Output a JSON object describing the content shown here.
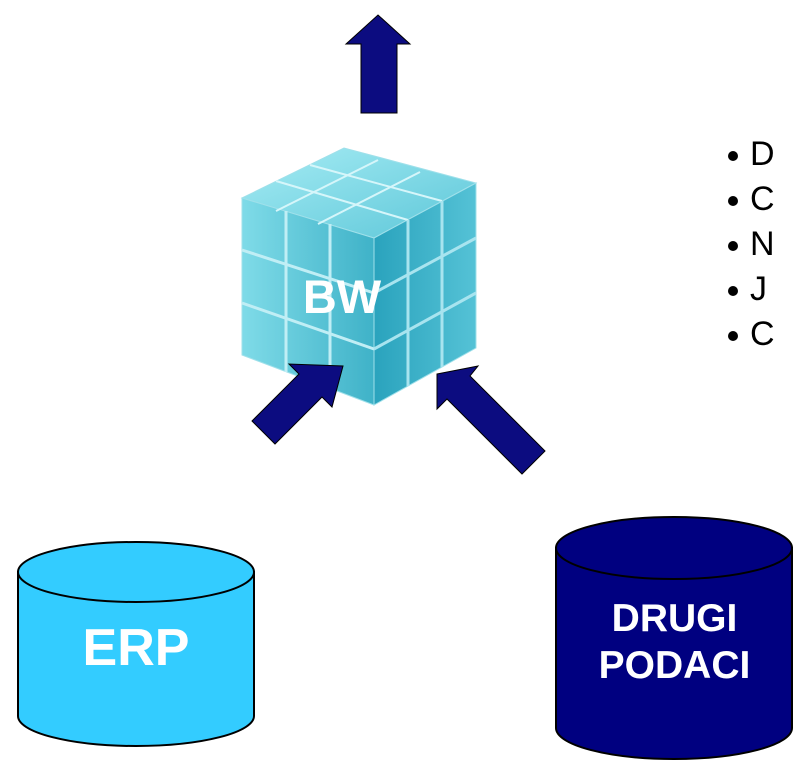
{
  "cube": {
    "label": "BW"
  },
  "sources": {
    "erp": {
      "label": "ERP"
    },
    "other": {
      "line1": "DRUGI",
      "line2": "PODACI"
    }
  },
  "bullets": [
    {
      "text": "D"
    },
    {
      "text": "C"
    },
    {
      "text": "N"
    },
    {
      "text": "J"
    },
    {
      "text": "C"
    }
  ],
  "colors": {
    "arrow": "#0c0c80",
    "cube": "#5cc6d8",
    "erp_db": "#33ccff",
    "other_db": "#000080",
    "outline": "#000000"
  },
  "icons": [
    "olap-cube-icon",
    "database-icon",
    "arrow-icon"
  ]
}
